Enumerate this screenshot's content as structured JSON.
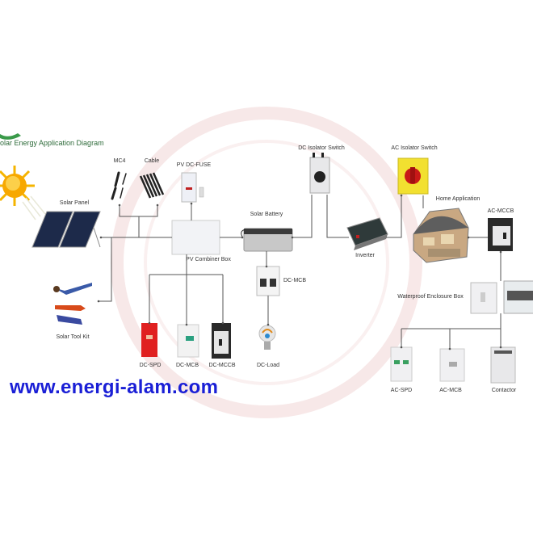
{
  "title": "olar Energy Application Diagram",
  "website": "www.energi-alam.com",
  "colors": {
    "line": "#555555",
    "title": "#2e6b3a",
    "url": "#1a1fd6",
    "watermark": "#f3d8d8",
    "spd": "#e02020",
    "ac_isolator": "#f2e030"
  },
  "labels": {
    "mc4": "MC4",
    "cable": "Cable",
    "pv_dc_fuse": "PV DC-FUSE",
    "solar_panel": "Solar Panel",
    "pv_combiner_box": "PV Combiner Box",
    "solar_battery": "Solar Battery",
    "dc_isolator_switch": "DC Isolator Switch",
    "ac_isolator_switch": "AC Isolator Switch",
    "inverter": "Inverter",
    "home_application": "Home Application",
    "ac_mccb": "AC-MCCB",
    "waterproof_enclosure_box": "Waterproof Enclosure Box",
    "dc_mcb_top": "DC-MCB",
    "solar_tool_kit": "Solar Tool Kit",
    "dc_spd": "DC-SPD",
    "dc_mcb": "DC-MCB",
    "dc_mccb": "DC-MCCB",
    "dc_load": "DC-Load",
    "ac_spd": "AC-SPD",
    "ac_mcb": "AC-MCB",
    "contactor": "Contactor"
  }
}
